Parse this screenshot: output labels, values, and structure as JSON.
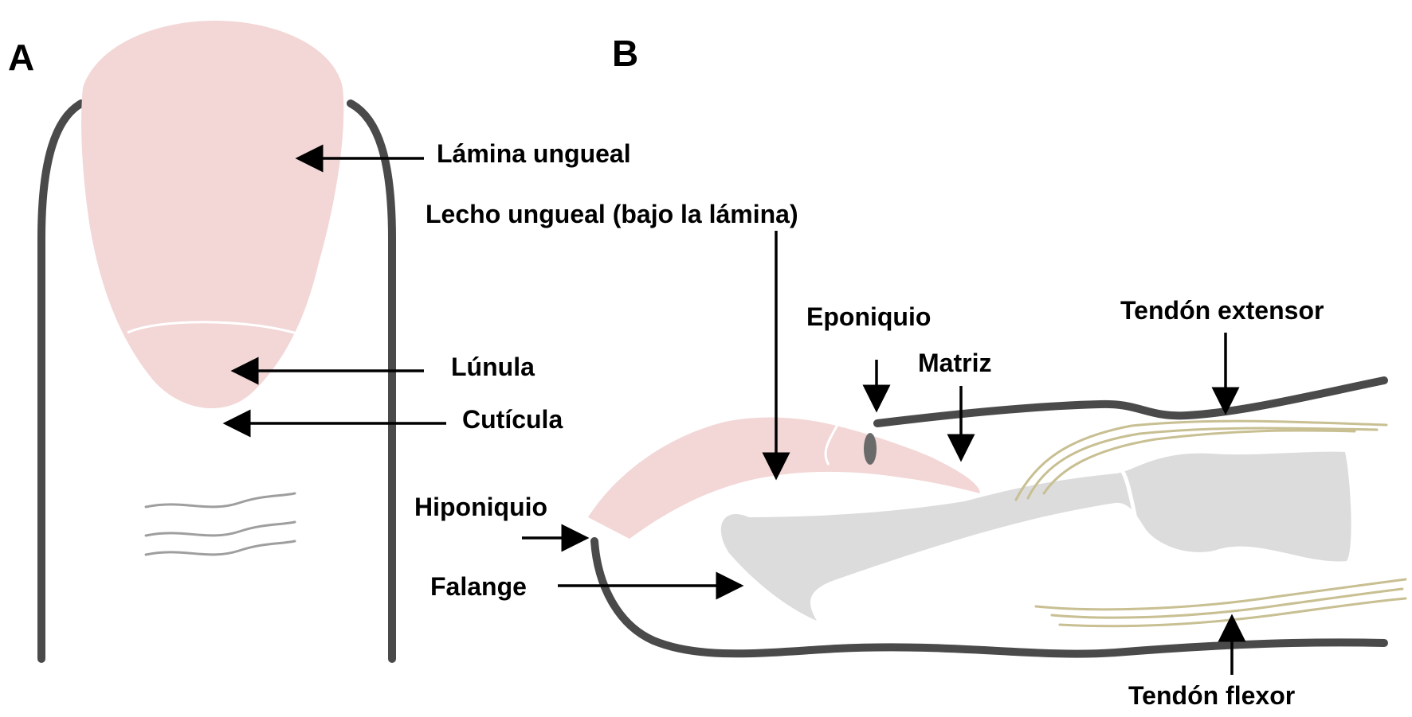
{
  "panels": {
    "a": "A",
    "b": "B"
  },
  "labels": {
    "lamina": "Lámina ungueal",
    "lecho": "Lecho ungueal (bajo la lámina)",
    "lunula": "Lúnula",
    "cuticula": "Cutícula",
    "eponiquio": "Eponiquio",
    "matriz": "Matriz",
    "tendon_extensor": "Tendón extensor",
    "hiponiquio": "Hiponiquio",
    "falange": "Falange",
    "tendon_flexor": "Tendón flexor"
  },
  "colors": {
    "nail": "#f3d6d6",
    "bone": "#dcdcdc",
    "tendon": "#c8bf92",
    "outline": "#4a4a4a"
  }
}
